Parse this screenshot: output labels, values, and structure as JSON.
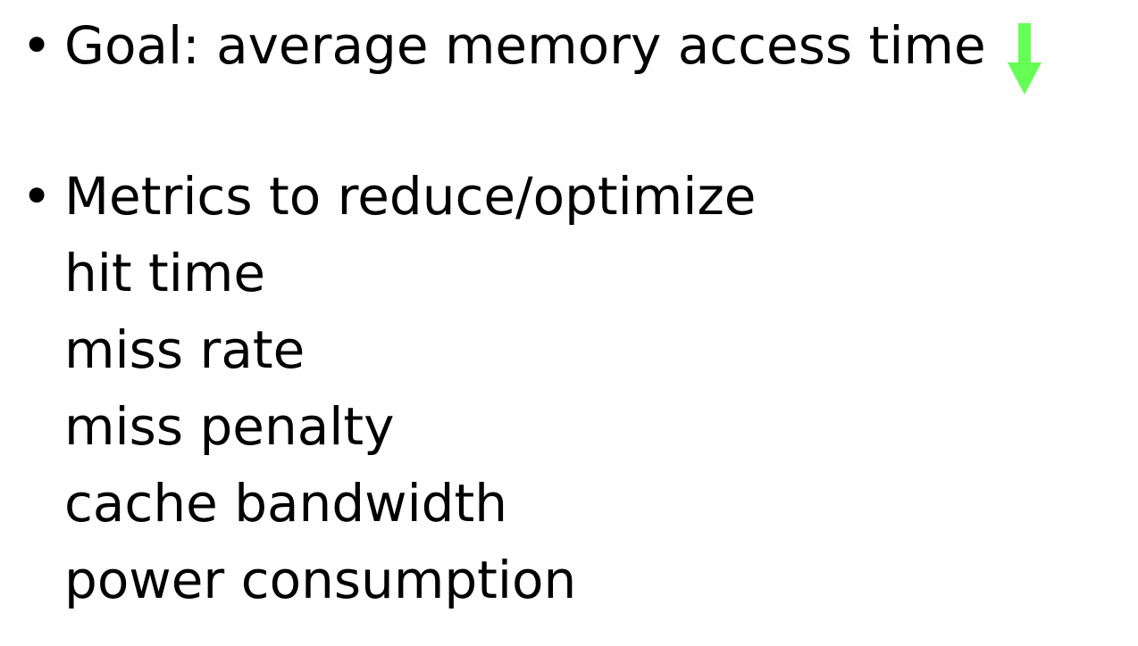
{
  "slide": {
    "bullets": [
      {
        "marker": "•",
        "text": "Goal: average memory access time"
      },
      {
        "marker": "•",
        "text": "Metrics to reduce/optimize",
        "sub_items": [
          "hit time",
          "miss rate",
          "miss penalty",
          "cache bandwidth",
          "power consumption"
        ]
      }
    ],
    "goal_direction_icon": "arrow-down-icon",
    "arrow_color": "#66ff55"
  }
}
